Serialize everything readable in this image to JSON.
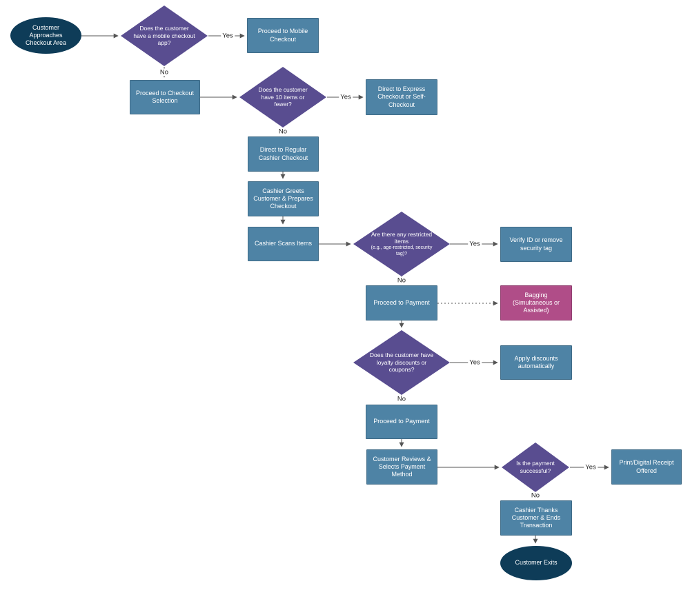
{
  "diagram": {
    "type": "flowchart",
    "nodes": {
      "start": {
        "shape": "terminator",
        "label": "Customer Approaches Checkout Area"
      },
      "has_mobile_app": {
        "shape": "decision",
        "label": "Does the customer have a mobile checkout app?"
      },
      "mobile_checkout": {
        "shape": "process",
        "label": "Proceed to Mobile Checkout"
      },
      "checkout_selection": {
        "shape": "process",
        "label": "Proceed to Checkout Selection"
      },
      "ten_items_or_fewer": {
        "shape": "decision",
        "label": "Does the customer have 10 items or fewer?"
      },
      "express_checkout": {
        "shape": "process",
        "label": "Direct to Express Checkout or Self-Checkout"
      },
      "regular_checkout": {
        "shape": "process",
        "label": "Direct to Regular Cashier Checkout"
      },
      "cashier_greets": {
        "shape": "process",
        "label": "Cashier Greets Customer & Prepares Checkout"
      },
      "cashier_scans": {
        "shape": "process",
        "label": "Cashier Scans Items"
      },
      "restricted_items": {
        "shape": "decision",
        "label": "Are there any restricted items",
        "sublabel": "(e.g., age-restricted, security tag)?"
      },
      "verify_id": {
        "shape": "process",
        "label": "Verify ID or remove security tag"
      },
      "proceed_payment_1": {
        "shape": "process",
        "label": "Proceed to Payment"
      },
      "bagging": {
        "shape": "process-highlight",
        "label": "Bagging (Simultaneous or Assisted)"
      },
      "loyalty_discounts": {
        "shape": "decision",
        "label": "Does the customer have loyalty discounts or coupons?"
      },
      "apply_discounts": {
        "shape": "process",
        "label": "Apply discounts automatically"
      },
      "proceed_payment_2": {
        "shape": "process",
        "label": "Proceed to Payment"
      },
      "reviews_payment": {
        "shape": "process",
        "label": "Customer Reviews & Selects Payment Method"
      },
      "payment_successful": {
        "shape": "decision",
        "label": "Is the payment successful?"
      },
      "receipt_offered": {
        "shape": "process",
        "label": "Print/Digital Receipt Offered"
      },
      "cashier_thanks": {
        "shape": "process",
        "label": "Cashier Thanks Customer & Ends Transaction"
      },
      "exit": {
        "shape": "terminator",
        "label": "Customer Exits"
      }
    },
    "edge_labels": {
      "yes": "Yes",
      "no": "No"
    },
    "colors": {
      "terminator": "#0e3c58",
      "decision": "#594d90",
      "process": "#4e83a5",
      "highlight": "#b04d88",
      "edge": "#555555",
      "label": "#222222",
      "background": "#ffffff"
    }
  }
}
